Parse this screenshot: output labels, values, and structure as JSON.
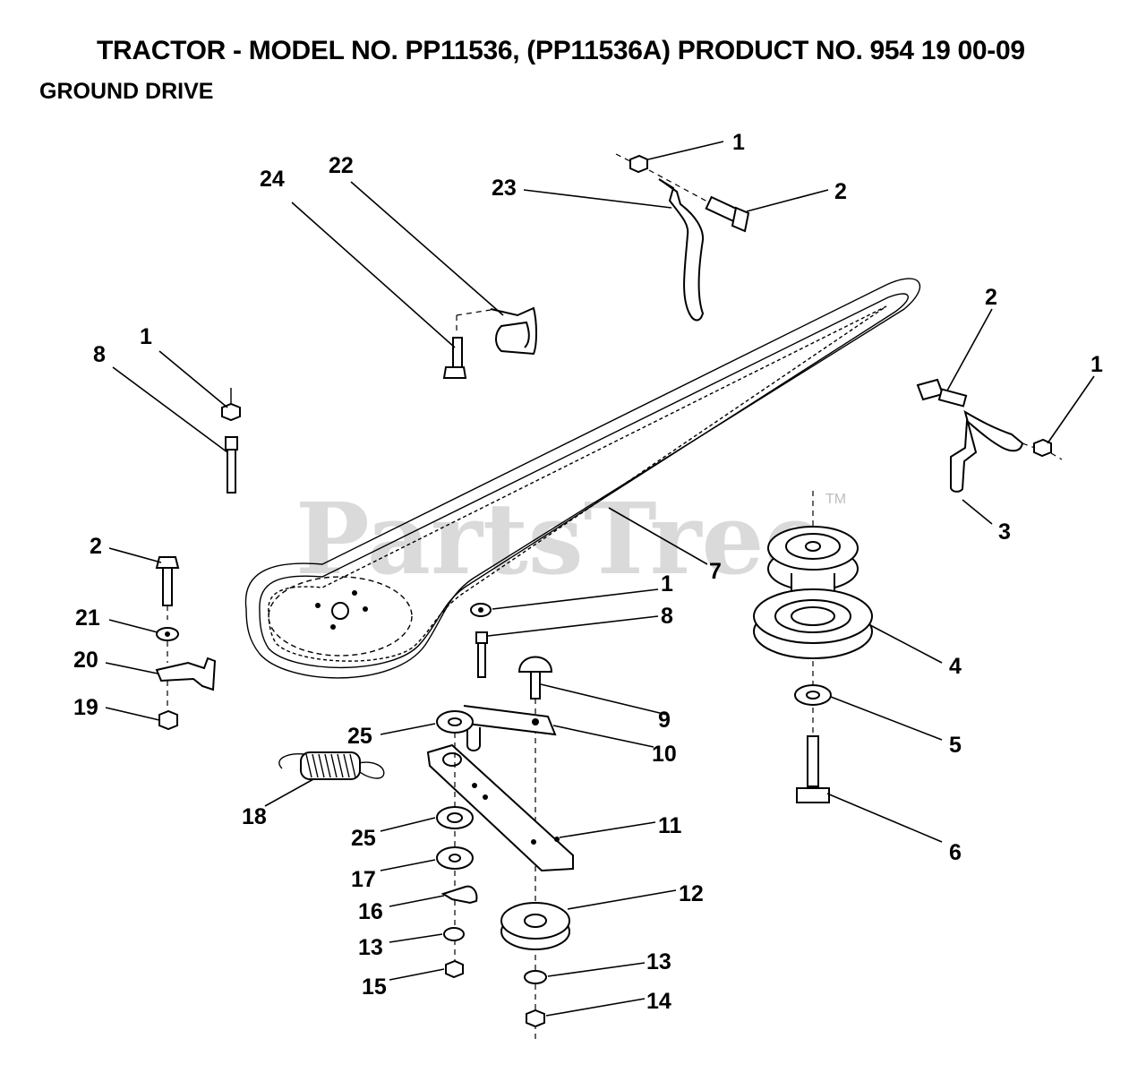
{
  "header": {
    "title": "TRACTOR - MODEL NO. PP11536, (PP11536A)  PRODUCT NO. 954 19 00-09",
    "section": "GROUND DRIVE"
  },
  "watermark": {
    "text": "PartsTree",
    "mark": "TM"
  },
  "callouts": [
    {
      "id": "c1a",
      "label": "1"
    },
    {
      "id": "c2a",
      "label": "2"
    },
    {
      "id": "c23",
      "label": "23"
    },
    {
      "id": "c22",
      "label": "22"
    },
    {
      "id": "c24",
      "label": "24"
    },
    {
      "id": "c2b",
      "label": "2"
    },
    {
      "id": "c1b",
      "label": "1"
    },
    {
      "id": "c3",
      "label": "3"
    },
    {
      "id": "c1c",
      "label": "1"
    },
    {
      "id": "c8a",
      "label": "8"
    },
    {
      "id": "c7",
      "label": "7"
    },
    {
      "id": "c2c",
      "label": "2"
    },
    {
      "id": "c21",
      "label": "21"
    },
    {
      "id": "c20",
      "label": "20"
    },
    {
      "id": "c19",
      "label": "19"
    },
    {
      "id": "c1d",
      "label": "1"
    },
    {
      "id": "c8b",
      "label": "8"
    },
    {
      "id": "c4",
      "label": "4"
    },
    {
      "id": "c9",
      "label": "9"
    },
    {
      "id": "c10",
      "label": "10"
    },
    {
      "id": "c5",
      "label": "5"
    },
    {
      "id": "c25a",
      "label": "25"
    },
    {
      "id": "c18",
      "label": "18"
    },
    {
      "id": "c11",
      "label": "11"
    },
    {
      "id": "c6",
      "label": "6"
    },
    {
      "id": "c25b",
      "label": "25"
    },
    {
      "id": "c17",
      "label": "17"
    },
    {
      "id": "c12",
      "label": "12"
    },
    {
      "id": "c16",
      "label": "16"
    },
    {
      "id": "c13a",
      "label": "13"
    },
    {
      "id": "c13b",
      "label": "13"
    },
    {
      "id": "c15",
      "label": "15"
    },
    {
      "id": "c14",
      "label": "14"
    }
  ]
}
